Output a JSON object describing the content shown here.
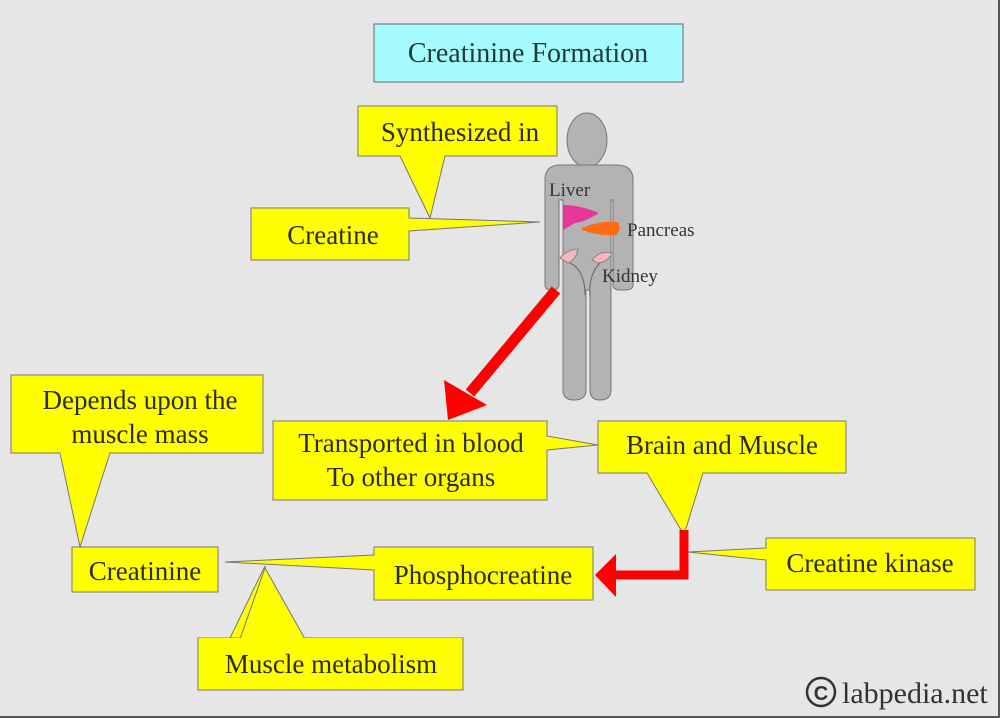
{
  "title": "Creatinine Formation",
  "colors": {
    "background": "#e6e6e6",
    "title_box": "#a6fbff",
    "callout": "#ffff00",
    "arrow": "#ff0000",
    "body": "#b3b3b3",
    "liver": "#e8359c",
    "pancreas": "#ff6a13",
    "kidney": "#f6b6c0"
  },
  "callouts": {
    "synthesized_in": "Synthesized in",
    "creatine": "Creatine",
    "transported_line1": "Transported in blood",
    "transported_line2": "To other organs",
    "brain_muscle": "Brain and Muscle",
    "depends_line1": "Depends upon the",
    "depends_line2": "muscle mass",
    "creatinine": "Creatinine",
    "phosphocreatine": "Phosphocreatine",
    "creatine_kinase": "Creatine kinase",
    "muscle_metabolism": "Muscle metabolism"
  },
  "organs": {
    "liver": "Liver",
    "pancreas": "Pancreas",
    "kidney": "Kidney"
  },
  "watermark": {
    "symbol": "©",
    "text": "labpedia.net"
  }
}
